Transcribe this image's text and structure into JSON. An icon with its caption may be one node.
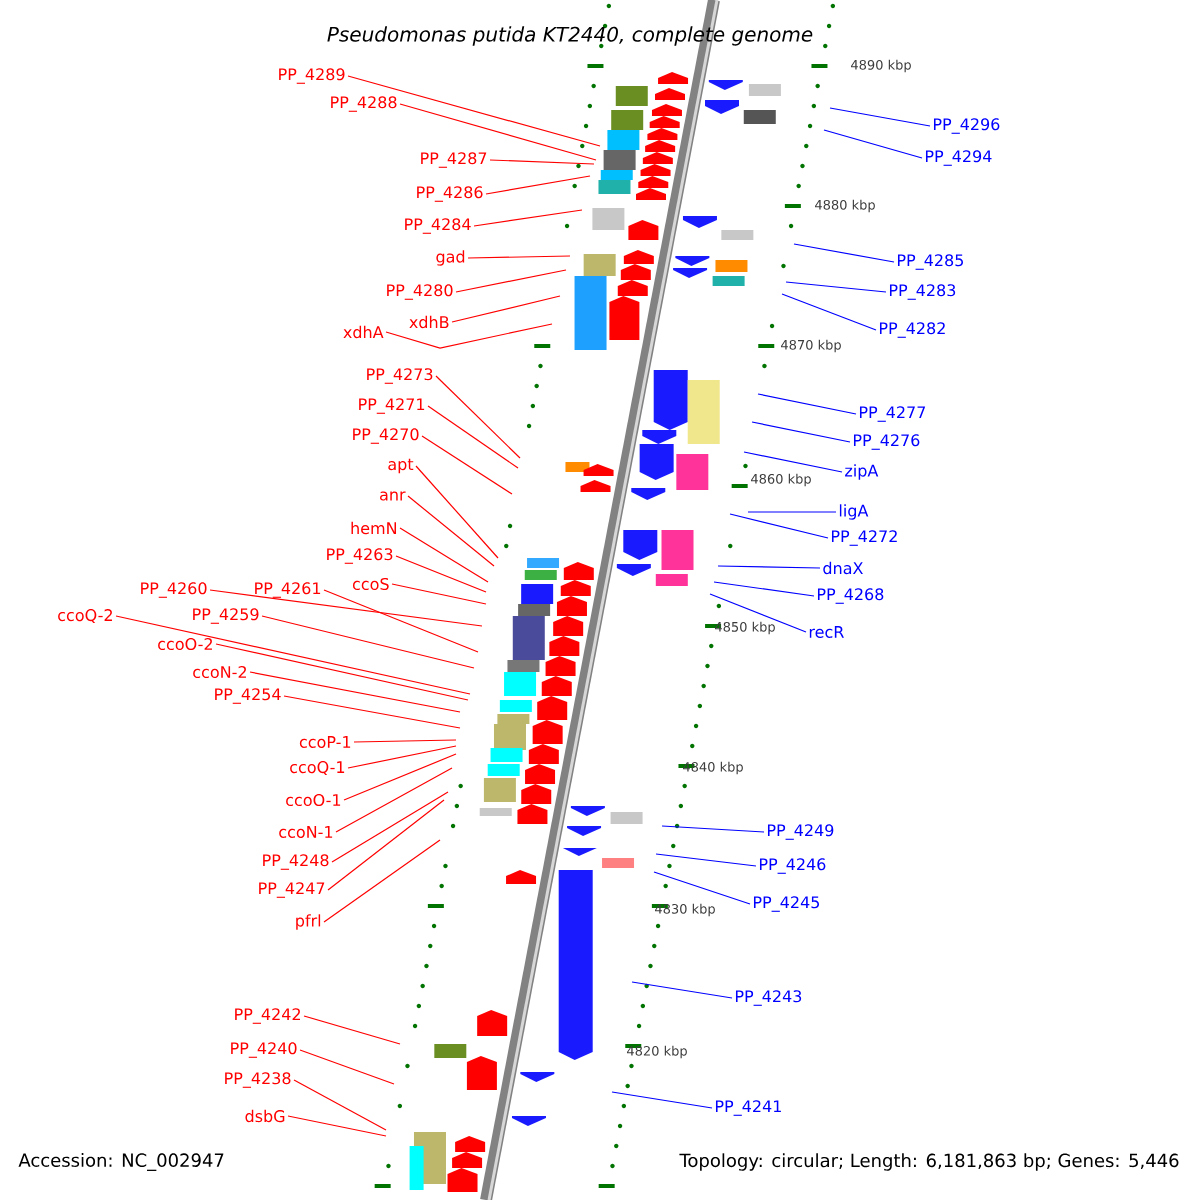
{
  "diagram": {
    "title": "*Pseudomonas putida KT2440, complete genome*",
    "nodes": [
      {
        "text": [
          "PP_4289"
        ]
      },
      {
        "text": [
          "PP_4288"
        ]
      },
      {
        "text": [
          "PP_4287"
        ]
      },
      {
        "text": [
          "PP_4286"
        ]
      },
      {
        "text": [
          "PP_4284"
        ]
      },
      {
        "text": [
          "gad"
        ]
      },
      {
        "text": [
          "PP_4280"
        ]
      },
      {
        "text": [
          "xdhB"
        ]
      },
      {
        "text": [
          "xdhA"
        ]
      },
      {
        "text": [
          "PP_4273"
        ]
      },
      {
        "text": [
          "PP_4271"
        ]
      },
      {
        "text": [
          "PP_4270"
        ]
      },
      {
        "text": [
          "apt"
        ]
      },
      {
        "text": [
          "anr"
        ]
      },
      {
        "text": [
          "hemN"
        ]
      },
      {
        "text": [
          "PP_4263"
        ]
      },
      {
        "text": [
          "ccoS"
        ]
      },
      {
        "text": [
          "PP_4260"
        ]
      },
      {
        "text": [
          "PP_4261"
        ]
      },
      {
        "text": [
          "PP_4259"
        ]
      },
      {
        "text": [
          "ccoQ-2"
        ]
      },
      {
        "text": [
          "ccoO-2"
        ]
      },
      {
        "text": [
          "ccoN-2"
        ]
      },
      {
        "text": [
          "PP_4254"
        ]
      },
      {
        "text": [
          "ccoP-1"
        ]
      },
      {
        "text": [
          "ccoQ-1"
        ]
      },
      {
        "text": [
          "ccoO-1"
        ]
      },
      {
        "text": [
          "ccoN-1"
        ]
      },
      {
        "text": [
          "PP_4248"
        ]
      },
      {
        "text": [
          "PP_4247"
        ]
      },
      {
        "text": [
          "pfrl"
        ]
      },
      {
        "text": [
          "PP_4242"
        ]
      },
      {
        "text": [
          "PP_4240"
        ]
      },
      {
        "text": [
          "PP_4238"
        ]
      },
      {
        "text": [
          "dsbG"
        ]
      },
      {
        "text": [
          "PP_4296"
        ]
      },
      {
        "text": [
          "PP_4294"
        ]
      },
      {
        "text": [
          "PP_4285"
        ]
      },
      {
        "text": [
          "PP_4283"
        ]
      },
      {
        "text": [
          "PP_4282"
        ]
      },
      {
        "text": [
          "PP_4277"
        ]
      },
      {
        "text": [
          "PP_4276"
        ]
      },
      {
        "text": [
          "zipA"
        ]
      },
      {
        "text": [
          "ligA"
        ]
      },
      {
        "text": [
          "PP_4272"
        ]
      },
      {
        "text": [
          "dnaX"
        ]
      },
      {
        "text": [
          "PP_4268"
        ]
      },
      {
        "text": [
          "recR"
        ]
      },
      {
        "text": [
          "PP_4249"
        ]
      },
      {
        "text": [
          "PP_4246"
        ]
      },
      {
        "text": [
          "PP_4245"
        ]
      },
      {
        "text": [
          "PP_4243"
        ]
      },
      {
        "text": [
          "PP_4241"
        ]
      }
    ],
    "edges": [
      {
        "from": 0,
        "to": null,
        "arrow": "none"
      },
      {
        "from": 1,
        "to": null,
        "arrow": "none"
      },
      {
        "from": 2,
        "to": null,
        "arrow": "none"
      },
      {
        "from": 3,
        "to": null,
        "arrow": "none"
      },
      {
        "from": 4,
        "to": null,
        "arrow": "none"
      },
      {
        "from": 5,
        "to": null,
        "arrow": "none"
      },
      {
        "from": 6,
        "to": null,
        "arrow": "none"
      },
      {
        "from": 7,
        "to": null,
        "arrow": "none"
      },
      {
        "from": 8,
        "to": null,
        "arrow": "none"
      },
      {
        "from": 9,
        "to": null,
        "arrow": "none"
      },
      {
        "from": 10,
        "to": null,
        "arrow": "none"
      },
      {
        "from": 11,
        "to": null,
        "arrow": "none"
      },
      {
        "from": 12,
        "to": null,
        "arrow": "none"
      },
      {
        "from": 13,
        "to": null,
        "arrow": "none"
      },
      {
        "from": 14,
        "to": null,
        "arrow": "none"
      },
      {
        "from": 15,
        "to": null,
        "arrow": "none"
      },
      {
        "from": 16,
        "to": null,
        "arrow": "none"
      },
      {
        "from": 17,
        "to": null,
        "arrow": "none"
      },
      {
        "from": 18,
        "to": null,
        "arrow": "none"
      },
      {
        "from": 19,
        "to": null,
        "arrow": "none"
      },
      {
        "from": 20,
        "to": null,
        "arrow": "none"
      },
      {
        "from": 21,
        "to": null,
        "arrow": "none"
      },
      {
        "from": 22,
        "to": null,
        "arrow": "none"
      },
      {
        "from": 23,
        "to": null,
        "arrow": "none"
      },
      {
        "from": 24,
        "to": null,
        "arrow": "none"
      },
      {
        "from": 25,
        "to": null,
        "arrow": "none"
      },
      {
        "from": 26,
        "to": null,
        "arrow": "none"
      },
      {
        "from": 27,
        "to": null,
        "arrow": "none"
      },
      {
        "from": 28,
        "to": null,
        "arrow": "none"
      },
      {
        "from": 29,
        "to": null,
        "arrow": "none"
      },
      {
        "from": 30,
        "to": null,
        "arrow": "none"
      },
      {
        "from": 31,
        "to": null,
        "arrow": "none"
      },
      {
        "from": 32,
        "to": null,
        "arrow": "none"
      },
      {
        "from": 33,
        "to": null,
        "arrow": "none"
      },
      {
        "from": 34,
        "to": null,
        "arrow": "none"
      },
      {
        "from": 35,
        "to": null,
        "arrow": "none",
        "color": "#0000ff"
      },
      {
        "from": 36,
        "to": null,
        "arrow": "none",
        "color": "#0000ff"
      },
      {
        "from": 37,
        "to": null,
        "arrow": "none",
        "color": "#0000ff"
      },
      {
        "from": 38,
        "to": null,
        "arrow": "none",
        "color": "#0000ff"
      },
      {
        "from": 39,
        "to": null,
        "arrow": "none",
        "color": "#0000ff"
      },
      {
        "from": 40,
        "to": null,
        "arrow": "none",
        "color": "#0000ff"
      },
      {
        "from": 41,
        "to": null,
        "arrow": "none",
        "color": "#0000ff"
      },
      {
        "from": 42,
        "to": null,
        "arrow": "none",
        "color": "#0000ff"
      },
      {
        "from": 43,
        "to": null,
        "arrow": "none",
        "color": "#0000ff"
      },
      {
        "from": 44,
        "to": null,
        "arrow": "none",
        "color": "#0000ff"
      },
      {
        "from": 45,
        "to": null,
        "arrow": "none",
        "color": "#0000ff"
      },
      {
        "from": 46,
        "to": null,
        "arrow": "none",
        "color": "#0000ff"
      },
      {
        "from": 47,
        "to": null,
        "arrow": "none",
        "color": "#0000ff"
      },
      {
        "from": 48,
        "to": null,
        "arrow": "none",
        "color": "#0000ff"
      },
      {
        "from": 49,
        "to": null,
        "arrow": "none",
        "color": "#0000ff"
      },
      {
        "from": 50,
        "to": null,
        "arrow": "none",
        "color": "#0000ff"
      },
      {
        "from": 51,
        "to": null,
        "arrow": "none",
        "color": "#0000ff"
      },
      {
        "from": 52,
        "to": null,
        "arrow": "none",
        "color": "#0000ff"
      }
    ],
    "labels": [
      "4890 kbp",
      "4880 kbp",
      "4870 kbp",
      "4860 kbp",
      "4850 kbp",
      "4840 kbp",
      "4830 kbp",
      "4820 kbp",
      "Accession: NC_002947",
      "Topology: circular; Length: 6,181,863 bp; Genes: 5,446"
    ]
  }
}
